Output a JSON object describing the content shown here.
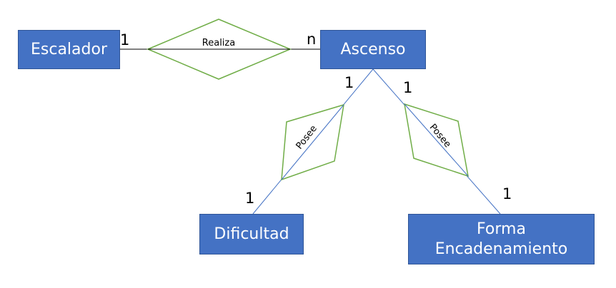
{
  "entities": {
    "escalador": "Escalador",
    "ascenso": "Ascenso",
    "dificultad": "Dificultad",
    "forma_line1": "Forma",
    "forma_line2": "Encadenamiento"
  },
  "relationships": {
    "realiza": "Realiza",
    "posee_dificultad": "Posee",
    "posee_forma": "Posee"
  },
  "cardinalities": {
    "escalador_realiza": "1",
    "realiza_ascenso": "n",
    "ascenso_dificultad": "1",
    "dificultad_posee": "1",
    "ascenso_forma": "1",
    "forma_posee": "1"
  },
  "colors": {
    "entity_fill": "#4472c4",
    "entity_border": "#2f5597",
    "relationship_stroke": "#70ad47",
    "line_color": "#4472c4"
  }
}
